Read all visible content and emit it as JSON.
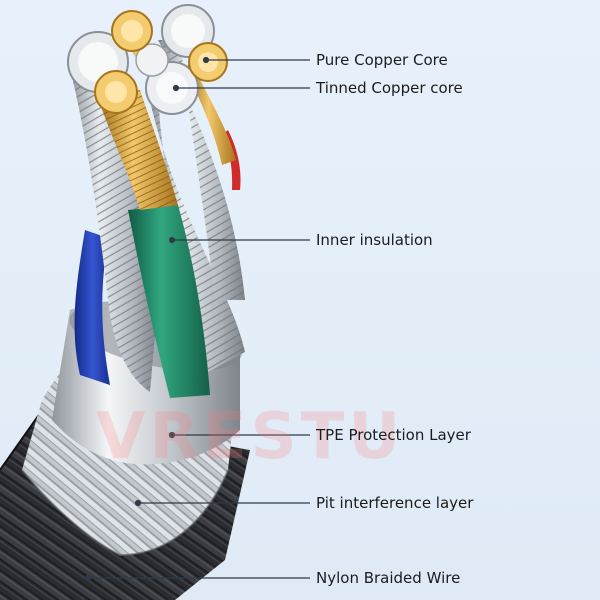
{
  "labels": [
    {
      "key": "pure_copper_core",
      "text": "Pure Copper Core"
    },
    {
      "key": "tinned_copper_core",
      "text": "Tinned Copper core"
    },
    {
      "key": "inner_insulation",
      "text": "Inner insulation"
    },
    {
      "key": "tpe_protection_layer",
      "text": "TPE Protection Layer"
    },
    {
      "key": "pit_interference_layer",
      "text": "Pit interference layer"
    },
    {
      "key": "nylon_braided_wire",
      "text": "Nylon Braided Wire"
    }
  ],
  "watermark": "VRESTU",
  "colors": {
    "background": "#e6f0fa",
    "leader_line": "#2f3b48",
    "copper": "#d9a441",
    "tinned": "#c9ced4",
    "green_insulation": "#1f8a6a",
    "blue_insulation": "#2a45b5",
    "red_insulation": "#d02a2a",
    "tpe_band": "#d6d9dd",
    "braid": "#1b1b1d"
  }
}
